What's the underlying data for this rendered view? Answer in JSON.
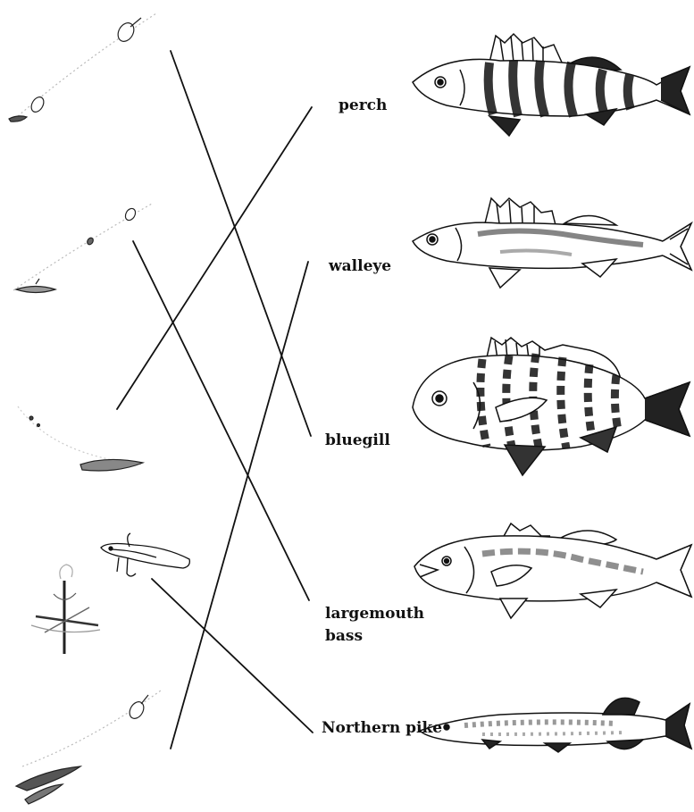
{
  "fish_labels": {
    "perch": "perch",
    "walleye": "walleye",
    "bluegill": "bluegill",
    "largemouth_line1": "largemouth",
    "largemouth_line2": "bass",
    "northern_pike": "Northern pike"
  },
  "fish_illustrations": [
    {
      "name": "perch-fish"
    },
    {
      "name": "walleye-fish"
    },
    {
      "name": "bluegill-fish"
    },
    {
      "name": "largemouth-bass-fish"
    },
    {
      "name": "northern-pike-fish"
    }
  ],
  "bait_illustrations": [
    {
      "name": "bobber-minnow-rig"
    },
    {
      "name": "slip-bobber-minnow-rig"
    },
    {
      "name": "faded-minnow-rig"
    },
    {
      "name": "jigging-spoon-lure"
    },
    {
      "name": "tip-up-rig"
    },
    {
      "name": "bobber-small-fish-rig"
    }
  ],
  "colors": {
    "ink": "#111111",
    "background": "#ffffff"
  }
}
